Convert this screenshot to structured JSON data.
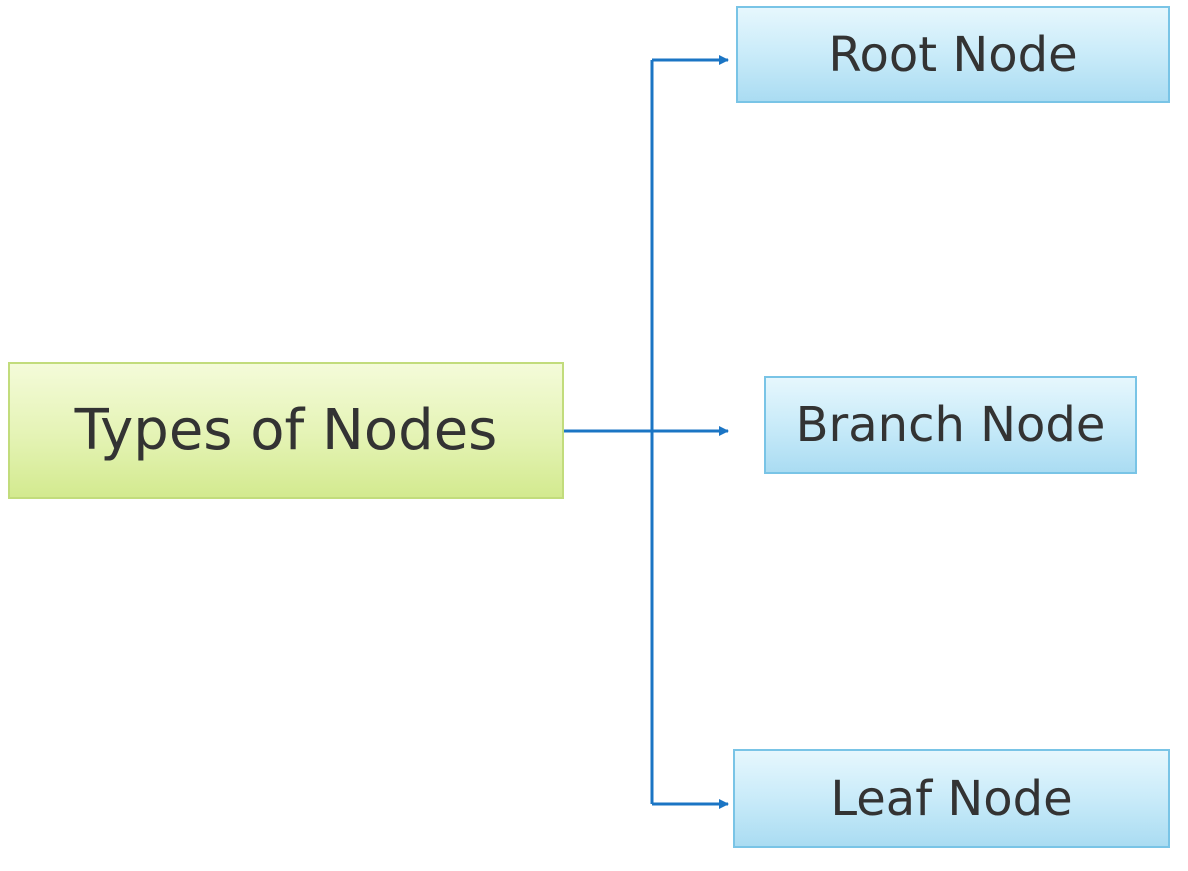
{
  "diagram": {
    "source": {
      "label": "Types of Nodes"
    },
    "targets": [
      {
        "label": "Root Node"
      },
      {
        "label": "Branch Node"
      },
      {
        "label": "Leaf Node"
      }
    ]
  },
  "colors": {
    "connector": "#1b75c4",
    "source_fill": "#e4f3b4",
    "source_border": "#c2dc7c",
    "target_fill": "#c9ebf9",
    "target_border": "#79c4e6",
    "text": "#333333"
  }
}
